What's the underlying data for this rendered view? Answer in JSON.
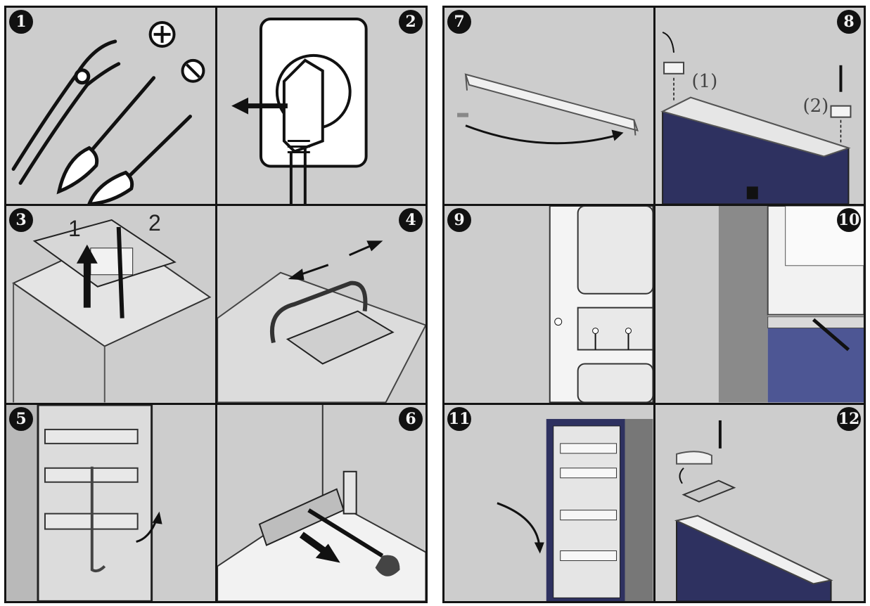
{
  "steps": [
    {
      "number": "1"
    },
    {
      "number": "2"
    },
    {
      "number": "3",
      "labels": [
        "1",
        "2"
      ]
    },
    {
      "number": "4"
    },
    {
      "number": "5"
    },
    {
      "number": "6"
    },
    {
      "number": "7"
    },
    {
      "number": "8",
      "labels": [
        "(1)",
        "(2)"
      ]
    },
    {
      "number": "9"
    },
    {
      "number": "10"
    },
    {
      "number": "11"
    },
    {
      "number": "12"
    }
  ],
  "colors": {
    "panel_bg": "#cdcdcd",
    "frame": "#141414",
    "door_navy": "#2e3160",
    "cabinet_blue": "#4d5694"
  }
}
